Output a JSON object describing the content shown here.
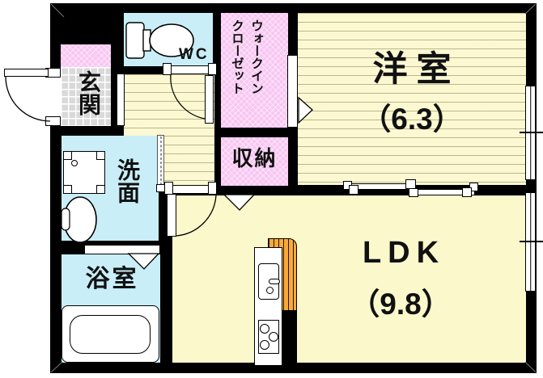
{
  "rooms": {
    "wc": {
      "label": "WC"
    },
    "genkan": {
      "label": "玄関"
    },
    "wic": {
      "line1": "ウォークイン",
      "line2": "クローゼット"
    },
    "storage": {
      "label": "収納"
    },
    "western_room": {
      "label": "洋室",
      "size": "（6.3）"
    },
    "ldk": {
      "label": "LDK",
      "size": "（9.8）"
    },
    "washroom": {
      "label": "洗面"
    },
    "bathroom": {
      "label": "浴室"
    }
  },
  "colors": {
    "wall": "#000000",
    "wet_room_cyan": "#c9eef8",
    "closet_pink": "#f8c6f2",
    "floor_yellow": "#fbf8d2",
    "ldk_yellow": "#fbf8cc",
    "tile_gray": "#d9d9d9",
    "counter_orange": "#f9a93c"
  },
  "fixtures": [
    "toilet",
    "washing-machine-pan",
    "wash-basin",
    "bathtub",
    "kitchen-sink",
    "stove",
    "kitchen-counter"
  ]
}
